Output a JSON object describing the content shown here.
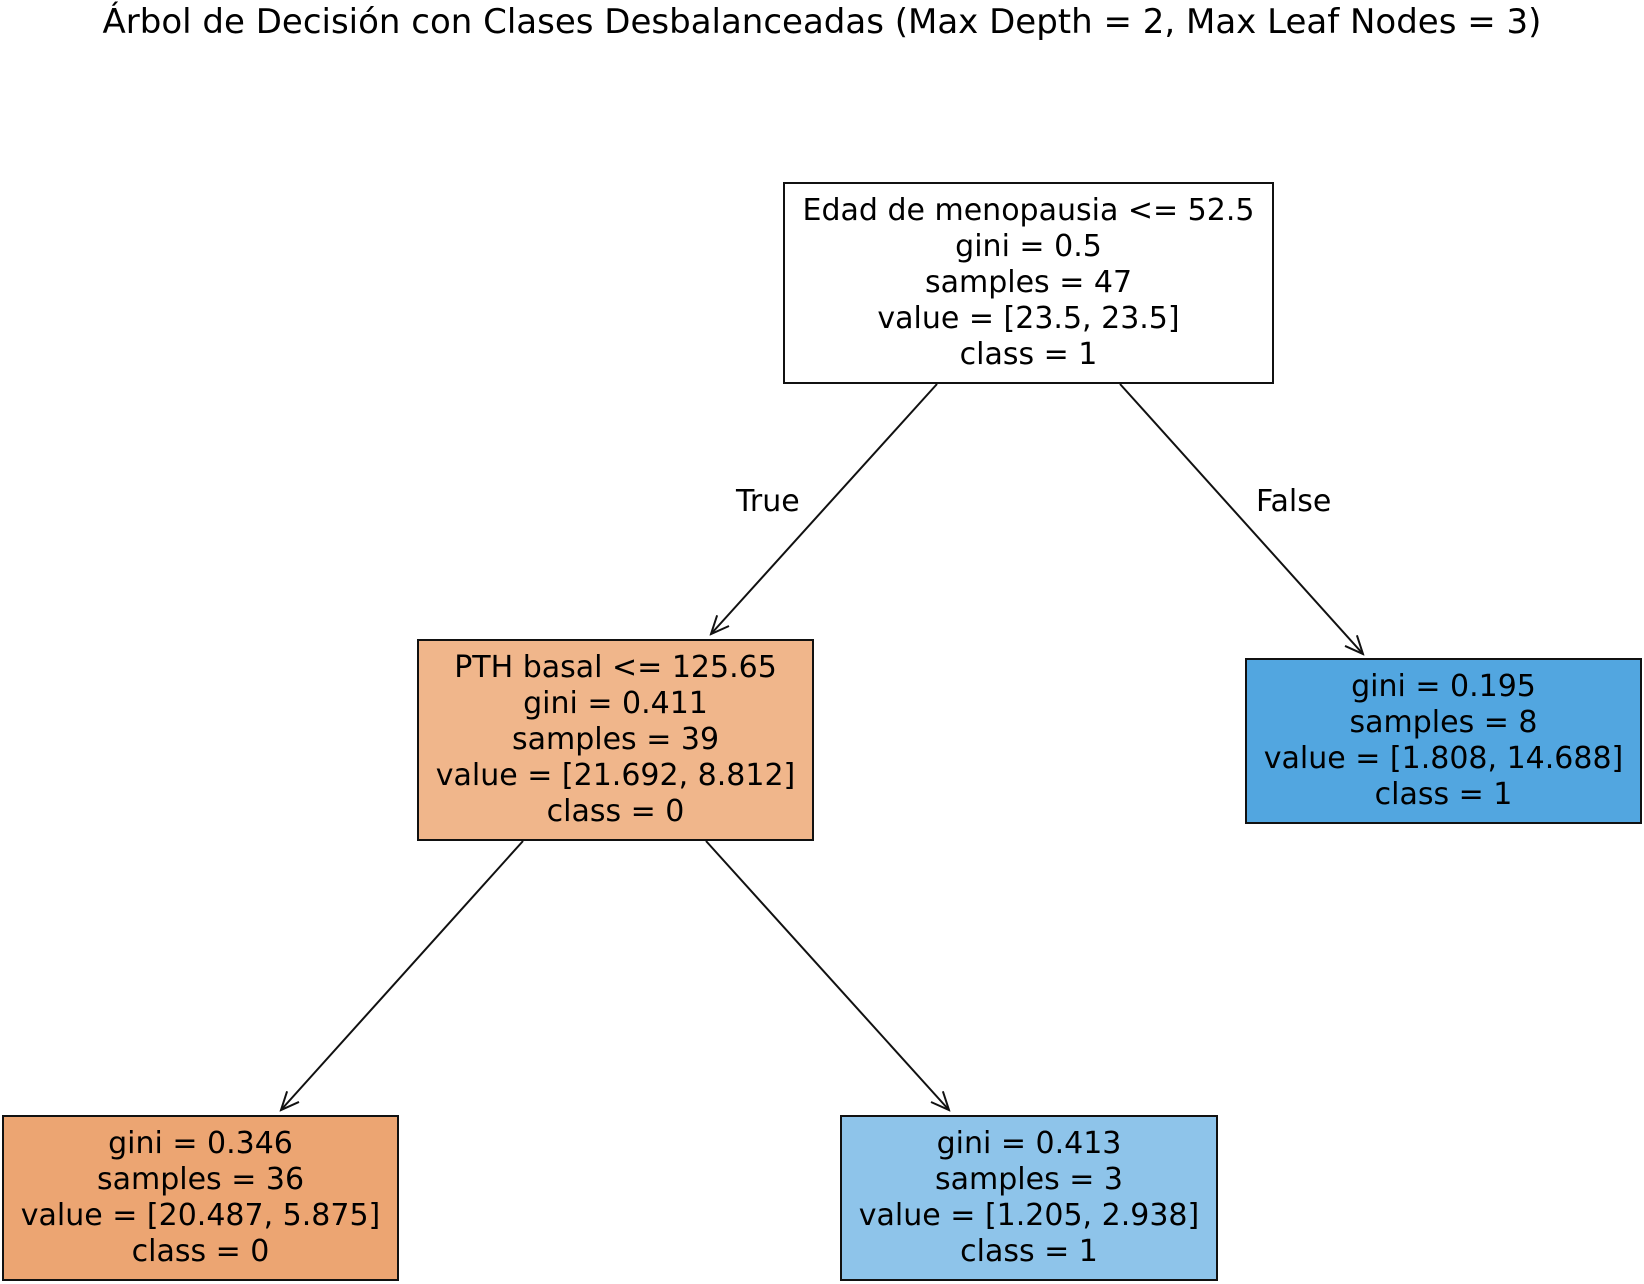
{
  "title": "Árbol de Decisión con Clases Desbalanceadas (Max Depth = 2, Max Leaf Nodes = 3)",
  "edge_labels": {
    "true_label": "True",
    "false_label": "False"
  },
  "nodes": {
    "root": {
      "split": "Edad de menopausia <= 52.5",
      "gini": "gini = 0.5",
      "samples": "samples = 47",
      "value": "value = [23.5, 23.5]",
      "class": "class = 1",
      "fill": "#ffffff"
    },
    "left": {
      "split": "PTH basal <= 125.65",
      "gini": "gini = 0.411",
      "samples": "samples = 39",
      "value": "value = [21.692, 8.812]",
      "class": "class = 0",
      "fill": "#f0b68b"
    },
    "right_leaf": {
      "gini": "gini = 0.195",
      "samples": "samples = 8",
      "value": "value = [1.808, 14.688]",
      "class": "class = 1",
      "fill": "#52a6e0"
    },
    "left_left_leaf": {
      "gini": "gini = 0.346",
      "samples": "samples = 36",
      "value": "value = [20.487, 5.875]",
      "class": "class = 0",
      "fill": "#eca572"
    },
    "left_right_leaf": {
      "gini": "gini = 0.413",
      "samples": "samples = 3",
      "value": "value = [1.205, 2.938]",
      "class": "class = 1",
      "fill": "#8ec4ea"
    }
  }
}
